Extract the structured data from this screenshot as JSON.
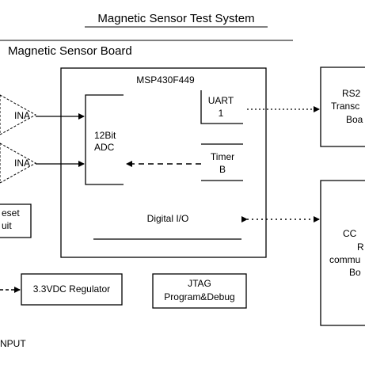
{
  "title": "Magnetic Sensor Test System",
  "board_label": "Magnetic Sensor Board",
  "mcu": {
    "name": "MSP430F449",
    "adc_line1": "12Bit",
    "adc_line2": "ADC",
    "uart_line1": "UART",
    "uart_line2": "1",
    "timer_line1": "Timer",
    "timer_line2": "B",
    "digital_io": "Digital I/O"
  },
  "amplifiers": [
    {
      "label": "INA"
    },
    {
      "label": "INA"
    }
  ],
  "reset_line1": "eset",
  "reset_line2": "uit",
  "regulator": "3.3VDC Regulator",
  "jtag_line1": "JTAG",
  "jtag_line2": "Program&Debug",
  "rs232": {
    "line1": "RS2",
    "line2": "Transc",
    "line3": "Boa"
  },
  "cc_board": {
    "line1": "CC",
    "line2": "R",
    "line3": "commu",
    "line4": "Bo"
  },
  "input_label": "NPUT"
}
